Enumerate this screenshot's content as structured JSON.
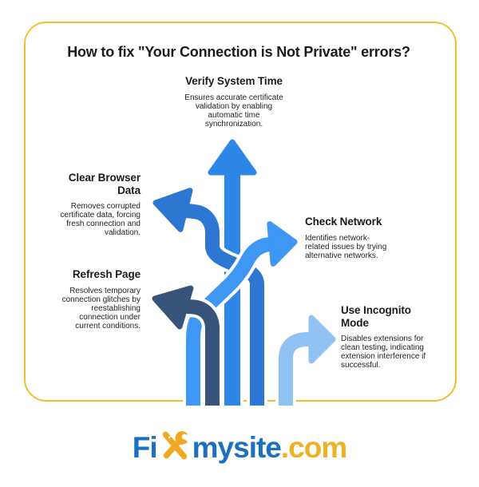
{
  "title": "How to fix \"Your Connection is Not Private\" errors?",
  "card": {
    "border_color": "#F0C02F",
    "background": "#FFFFFF"
  },
  "steps": [
    {
      "heading": "Verify System Time",
      "description": "Ensures accurate certificate\nvalidation by enabling\nautomatic time\nsynchronization.",
      "arrow_direction": "up",
      "arrow_color": "#2E86E6"
    },
    {
      "heading": "Clear Browser\nData",
      "description": "Removes corrupted\ncertificate data, forcing\nfresh connection and\nvalidation.",
      "arrow_direction": "left",
      "arrow_color": "#2D76D2"
    },
    {
      "heading": "Check Network",
      "description": "Identifies network-\nrelated issues by trying\nalternative networks.",
      "arrow_direction": "right",
      "arrow_color": "#3E97F2"
    },
    {
      "heading": "Refresh Page",
      "description": "Resolves temporary\nconnection glitches by\nreestablishing\nconnection under\ncurrent conditions.",
      "arrow_direction": "left",
      "arrow_color": "#37547A"
    },
    {
      "heading": "Use Incognito\nMode",
      "description": "Disables extensions for\nclean testing, indicating\nextension interference if\nsuccessful.",
      "arrow_direction": "right",
      "arrow_color": "#90C2F4"
    }
  ],
  "logo": {
    "prefix": "Fi",
    "icon": "crossed-tools-icon",
    "middle": "mysite",
    "suffix": ".com",
    "blue": "#1C70C0",
    "gold": "#F0A820"
  }
}
